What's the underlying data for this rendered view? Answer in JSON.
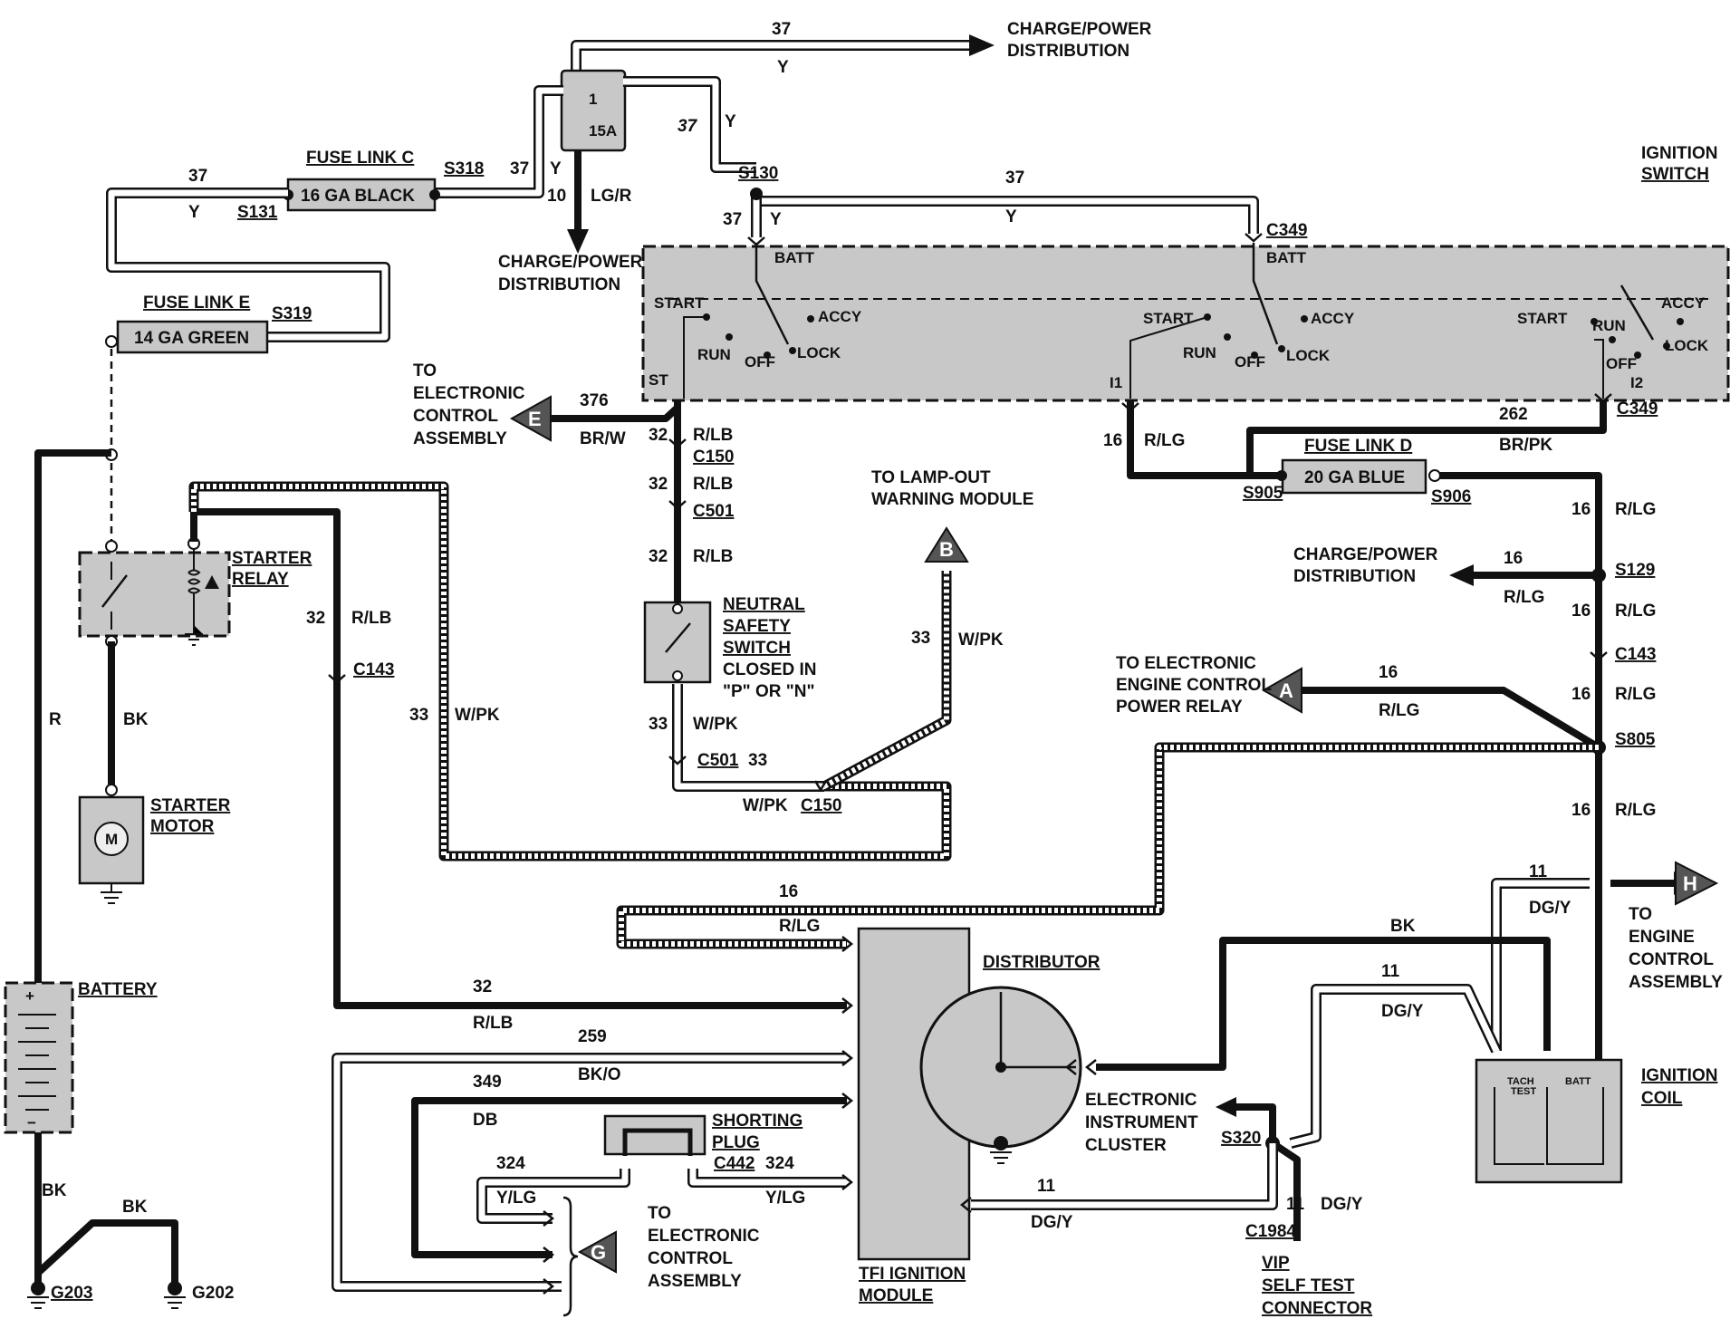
{
  "labels": {
    "charge_power_dist_top": [
      "CHARGE/POWER",
      "DISTRIBUTION"
    ],
    "charge_power_dist_mid": [
      "CHARGE/POWER",
      "DISTRIBUTION"
    ],
    "charge_power_dist_right": [
      "CHARGE/POWER",
      "DISTRIBUTION"
    ],
    "ignition_switch": [
      "IGNITION",
      "SWITCH"
    ],
    "fuse_link_c": "FUSE LINK C",
    "fuse_link_c_rating": "16 GA BLACK",
    "fuse_link_e": "FUSE LINK E",
    "fuse_link_e_rating": "14 GA GREEN",
    "fuse_link_d": "FUSE LINK D",
    "fuse_link_d_rating": "20 GA BLUE",
    "fuse_num": "1",
    "fuse_amp": "15A",
    "starter_relay": [
      "STARTER",
      "RELAY"
    ],
    "starter_motor": [
      "STARTER",
      "MOTOR"
    ],
    "motor_m": "M",
    "battery": "BATTERY",
    "neutral_safety": [
      "NEUTRAL",
      "SAFETY",
      "SWITCH"
    ],
    "closed_in": [
      "CLOSED IN",
      "\"P\" OR \"N\""
    ],
    "to_ecu_left": [
      "TO",
      "ELECTRONIC",
      "CONTROL",
      "ASSEMBLY"
    ],
    "to_lamp_out": [
      "TO LAMP-OUT",
      "WARNING MODULE"
    ],
    "to_ecpr": [
      "TO ELECTRONIC",
      "ENGINE CONTROL",
      "POWER RELAY"
    ],
    "to_eca_right": [
      "TO",
      "ENGINE",
      "CONTROL",
      "ASSEMBLY"
    ],
    "distributor": "DISTRIBUTOR",
    "tfi_module": [
      "TFI IGNITION",
      "MODULE"
    ],
    "ignition_coil": [
      "IGNITION",
      "COIL"
    ],
    "coil_tach_test": [
      "TACH",
      "TEST"
    ],
    "coil_batt": "BATT",
    "electronic_cluster": [
      "ELECTRONIC",
      "INSTRUMENT",
      "CLUSTER"
    ],
    "shorting_plug": [
      "SHORTING",
      "PLUG"
    ],
    "to_eca_bottom": [
      "TO",
      "ELECTRONIC",
      "CONTROL",
      "ASSEMBLY"
    ],
    "vip_connector": [
      "VIP",
      "SELF TEST",
      "CONNECTOR"
    ],
    "switch_batt": "BATT",
    "switch_start": "START",
    "switch_run": "RUN",
    "switch_off": "OFF",
    "switch_lock": "LOCK",
    "switch_accy": "ACCY",
    "switch_st": "ST",
    "switch_i1": "I1",
    "switch_i2": "I2"
  },
  "connectors": {
    "s131": "S131",
    "s318": "S318",
    "s319": "S319",
    "s130": "S130",
    "c349_top": "C349",
    "c349_right": "C349",
    "c150_top": "C150",
    "c501_top": "C501",
    "c501_bottom": "C501",
    "c150_bottom": "C150",
    "c143_left": "C143",
    "c143_right": "C143",
    "s905": "S905",
    "s906": "S906",
    "s129": "S129",
    "s805": "S805",
    "s320": "S320",
    "c442": "C442",
    "c1984": "C1984",
    "g203": "G203",
    "g202": "G202"
  },
  "circuits": {
    "c37": "37",
    "c10": "10",
    "c376": "376",
    "c32": "32",
    "c33": "33",
    "c16": "16",
    "c262": "262",
    "c11": "11",
    "c259": "259",
    "c349": "349",
    "c324": "324"
  },
  "wire_colors": {
    "y": "Y",
    "lgr": "LG/R",
    "brw": "BR/W",
    "rlb": "R/LB",
    "wpk": "W/PK",
    "rlg": "R/LG",
    "brpk": "BR/PK",
    "bk": "BK",
    "r": "R",
    "dgy": "DG/Y",
    "bko": "BK/O",
    "db": "DB",
    "ylg": "Y/LG"
  },
  "markers": {
    "e": "E",
    "b": "B",
    "a": "A",
    "h": "H",
    "g": "G"
  }
}
